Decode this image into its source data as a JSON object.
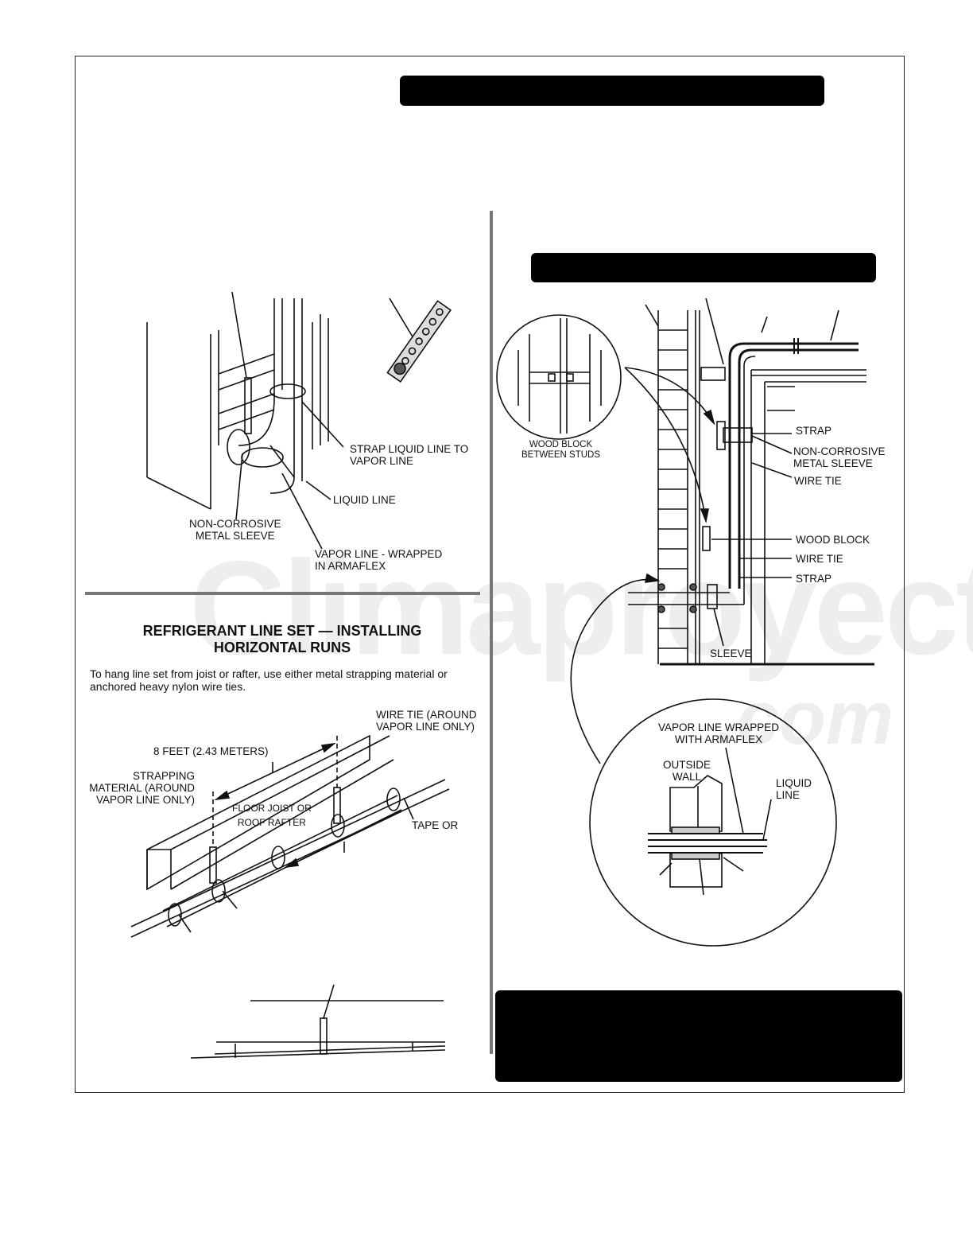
{
  "watermark": {
    "brand": "Climaproyectos",
    "suffix": ".com"
  },
  "top_left_figure": {
    "labels": {
      "strap_liquid_line": "STRAP LIQUID LINE TO\nVAPOR LINE",
      "liquid_line": "LIQUID LINE",
      "non_corrosive_sleeve": "NON-CORROSIVE\nMETAL SLEEVE",
      "vapor_line_wrapped": "VAPOR LINE - WRAPPED\nIN ARMAFLEX"
    }
  },
  "horizontal_runs": {
    "title": "REFRIGERANT LINE SET — INSTALLING\nHORIZONTAL RUNS",
    "description": "To hang line set from joist or rafter, use either metal strapping material or anchored heavy nylon wire ties.",
    "labels": {
      "wire_tie": "WIRE TIE (AROUND\nVAPOR LINE ONLY)",
      "eight_feet": "8 FEET (2.43 METERS)",
      "strapping_material": "STRAPPING\nMATERIAL (AROUND\nVAPOR LINE ONLY)",
      "floor_joist": "FLOOR JOIST OR\nROOF RAFTER",
      "tape_or": "TAPE OR"
    }
  },
  "wall_figure": {
    "labels": {
      "wood_block_between_studs": "WOOD BLOCK\nBETWEEN STUDS",
      "strap_1": "STRAP",
      "non_corrosive_sleeve": "NON-CORROSIVE\nMETAL SLEEVE",
      "wire_tie_1": "WIRE TIE",
      "wood_block": "WOOD BLOCK",
      "wire_tie_2": "WIRE TIE",
      "strap_2": "STRAP",
      "sleeve": "SLEEVE",
      "vapor_line_armaflex": "VAPOR LINE WRAPPED\nWITH ARMAFLEX",
      "outside_wall": "OUTSIDE\nWALL",
      "liquid_line": "LIQUID\nLINE"
    }
  }
}
